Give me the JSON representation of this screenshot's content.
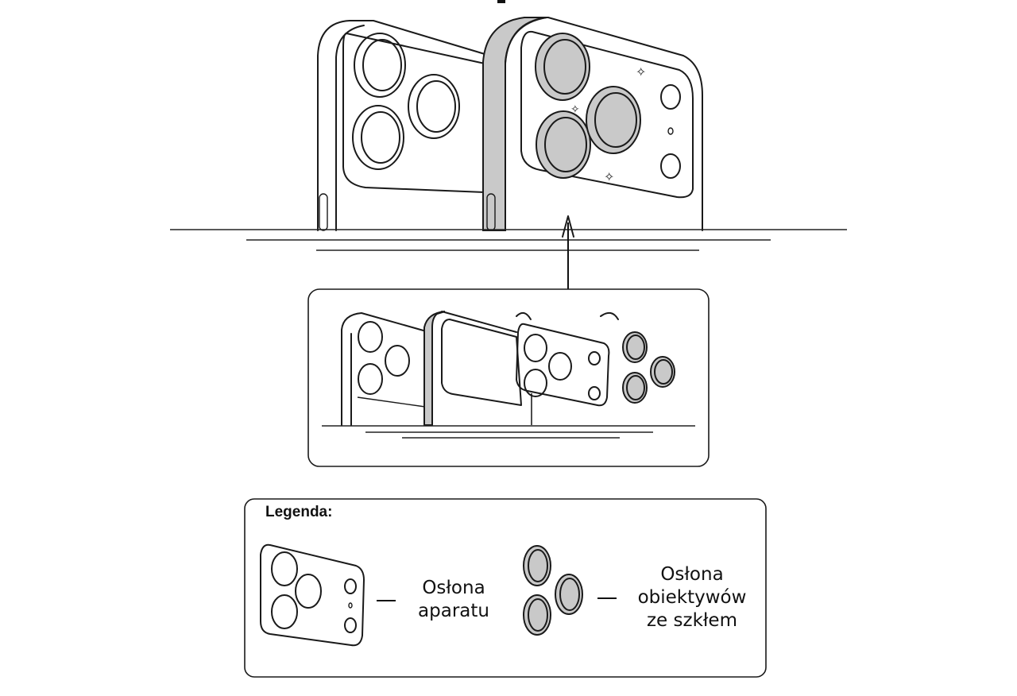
{
  "diagram": {
    "description": "Installation of camera lens protector on a smartphone",
    "main_view": {
      "label": "Phone with installed camera protector",
      "phones": [
        "phone-with-lens-rings",
        "phone-with-camera-cover"
      ]
    },
    "steps_panel": {
      "label": "Installation steps",
      "items": [
        "phone-with-lens-rings",
        "phone-with-camera-cover",
        "camera-cover-piece",
        "lens-rings-set"
      ]
    },
    "legend": {
      "title": "Legenda:",
      "items": [
        {
          "icon": "camera-cover-icon",
          "lines": [
            "Osłona",
            "aparatu"
          ]
        },
        {
          "icon": "lens-rings-icon",
          "lines": [
            "Osłona",
            "obiektywów",
            "ze szkłem"
          ]
        }
      ]
    },
    "colors": {
      "line": "#1a1a1a",
      "fill_gray": "#c9c9c9",
      "background": "#ffffff"
    }
  }
}
